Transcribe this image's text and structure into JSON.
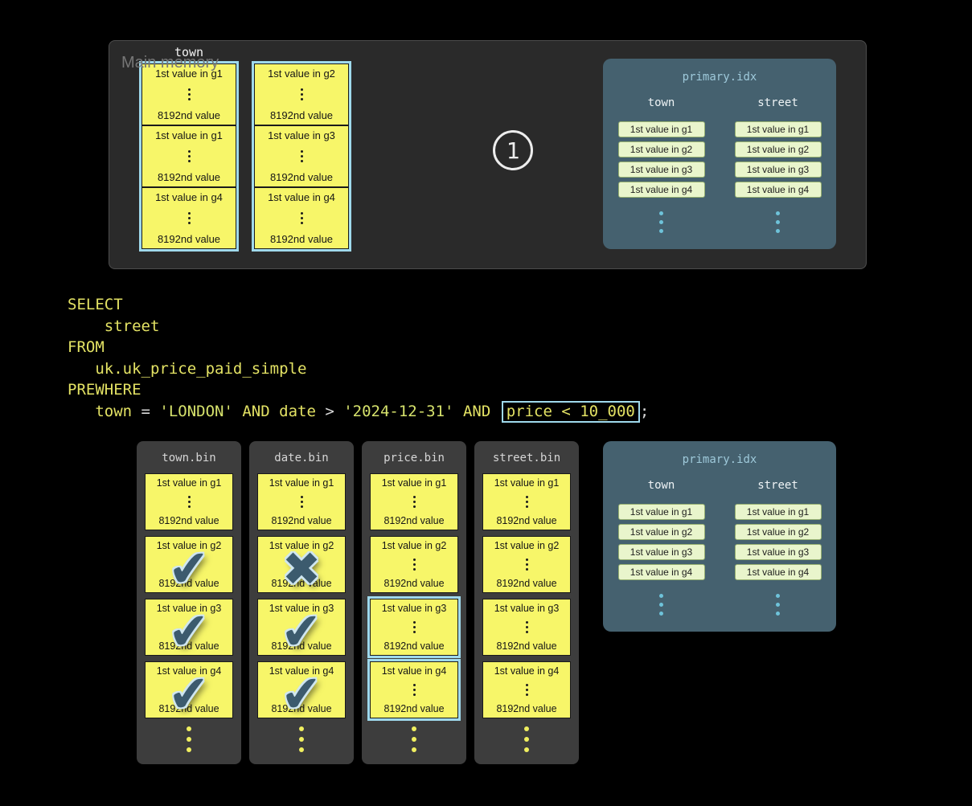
{
  "colors": {
    "bg": "#000000",
    "mm-panel": "#2a2a2a",
    "mm-label": "#767676",
    "bin-panel": "#3d3d3d",
    "bin-title": "#d6d6d6",
    "idx-panel": "#45616f",
    "idx-title": "#9ec9da",
    "idx-header": "#eef3f5",
    "granule": "#f7f669",
    "granule-border": "#1a1a1a",
    "cyan": "#9fd9ec",
    "tag-bg": "#e9f5cc",
    "tag-border": "#97b171",
    "dot-yellow": "#f0ef5f",
    "dot-cyan": "#6ec3da",
    "mark": "#3c5b6e",
    "mark-outline": "#cfe6f0",
    "sql-yellow": "#e3e264",
    "sql-string": "#d6e26c",
    "sql-op": "#d8d8d8"
  },
  "icons": {
    "check": "✔",
    "cross": "✖"
  },
  "main_memory": {
    "title": "Main memory",
    "column_label": "town",
    "step_number": "1",
    "stacks": [
      {
        "granules": [
          {
            "first": "1st value in g1",
            "last": "8192nd value"
          },
          {
            "first": "1st value in g1",
            "last": "8192nd value"
          },
          {
            "first": "1st value in g4",
            "last": "8192nd value"
          }
        ]
      },
      {
        "granules": [
          {
            "first": "1st value in g2",
            "last": "8192nd value"
          },
          {
            "first": "1st value in g3",
            "last": "8192nd value"
          },
          {
            "first": "1st value in g4",
            "last": "8192nd value"
          }
        ]
      }
    ]
  },
  "sql": {
    "lines": [
      [
        {
          "t": "SELECT",
          "c": "kw"
        }
      ],
      [
        {
          "t": "    street",
          "c": "id"
        }
      ],
      [
        {
          "t": "FROM",
          "c": "kw"
        }
      ],
      [
        {
          "t": "   uk.uk_price_paid_simple",
          "c": "id"
        }
      ],
      [
        {
          "t": "PREWHERE",
          "c": "kw"
        }
      ],
      [
        {
          "t": "   town ",
          "c": "id"
        },
        {
          "t": "= ",
          "c": "op"
        },
        {
          "t": "'LONDON'",
          "c": "str"
        },
        {
          "t": " AND ",
          "c": "kw"
        },
        {
          "t": "date ",
          "c": "id"
        },
        {
          "t": "> ",
          "c": "op"
        },
        {
          "t": "'2024-12-31'",
          "c": "str"
        },
        {
          "t": " AND ",
          "c": "kw"
        },
        {
          "t": "price < 10_000",
          "c": "id",
          "boxed": true
        },
        {
          "t": ";",
          "c": "op"
        }
      ]
    ]
  },
  "bin_columns": [
    {
      "title": "town.bin",
      "granules": [
        {
          "first": "1st value in g1",
          "last": "8192nd value",
          "mark": "none"
        },
        {
          "first": "1st value in g2",
          "last": "8192nd value",
          "mark": "check"
        },
        {
          "first": "1st value in g3",
          "last": "8192nd value",
          "mark": "check"
        },
        {
          "first": "1st value in g4",
          "last": "8192nd value",
          "mark": "check"
        }
      ]
    },
    {
      "title": "date.bin",
      "granules": [
        {
          "first": "1st value in g1",
          "last": "8192nd value",
          "mark": "none"
        },
        {
          "first": "1st value in g2",
          "last": "8192nd value",
          "mark": "cross"
        },
        {
          "first": "1st value in g3",
          "last": "8192nd value",
          "mark": "check"
        },
        {
          "first": "1st value in g4",
          "last": "8192nd value",
          "mark": "check"
        }
      ]
    },
    {
      "title": "price.bin",
      "granules": [
        {
          "first": "1st value in g1",
          "last": "8192nd value",
          "mark": "none"
        },
        {
          "first": "1st value in g2",
          "last": "8192nd value",
          "mark": "none"
        },
        {
          "first": "1st value in g3",
          "last": "8192nd value",
          "mark": "none",
          "highlight": true
        },
        {
          "first": "1st value in g4",
          "last": "8192nd value",
          "mark": "none",
          "highlight": true
        }
      ]
    },
    {
      "title": "street.bin",
      "granules": [
        {
          "first": "1st value in g1",
          "last": "8192nd value",
          "mark": "none"
        },
        {
          "first": "1st value in g2",
          "last": "8192nd value",
          "mark": "none"
        },
        {
          "first": "1st value in g3",
          "last": "8192nd value",
          "mark": "none"
        },
        {
          "first": "1st value in g4",
          "last": "8192nd value",
          "mark": "none"
        }
      ]
    }
  ],
  "primary_index": {
    "title": "primary.idx",
    "columns": [
      {
        "header": "town",
        "entries": [
          "1st value in g1",
          "1st value in g2",
          "1st value in g3",
          "1st value in g4"
        ]
      },
      {
        "header": "street",
        "entries": [
          "1st value in g1",
          "1st value in g2",
          "1st value in g3",
          "1st value in g4"
        ]
      }
    ]
  }
}
